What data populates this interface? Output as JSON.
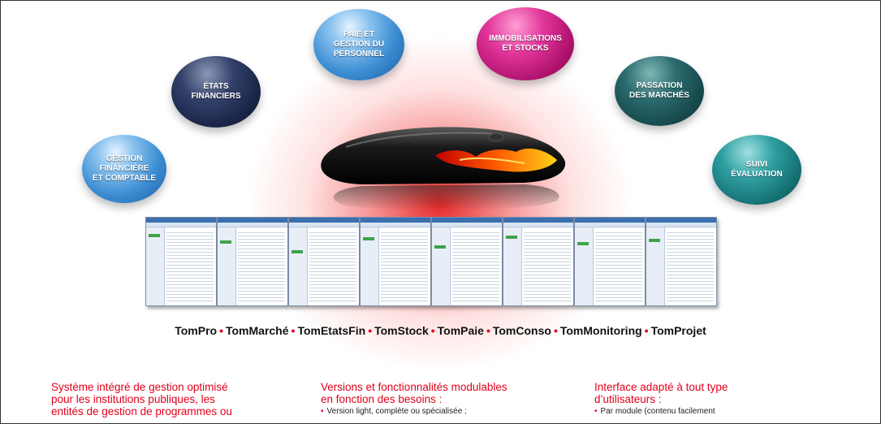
{
  "modules": [
    {
      "label": "GESTION\nFINANCIÈRE\nET COMPTABLE",
      "color": "#3c8dd3"
    },
    {
      "label": "ÉTATS\nFINANCIERS",
      "color": "#1a2547"
    },
    {
      "label": "PAIE ET\nGESTION DU\nPERSONNEL",
      "color": "#3c8dd3"
    },
    {
      "label": "IMMOBILISATIONS\nET STOCKS",
      "color": "#b0136e"
    },
    {
      "label": "PASSATION\nDES MARCHÉS",
      "color": "#174a4d"
    },
    {
      "label": "SUIVI\nÉVALUATION",
      "color": "#167174"
    }
  ],
  "products": [
    "TomPro",
    "TomMarché",
    "TomEtatsFin",
    "TomStock",
    "TomPaie",
    "TomConso",
    "TomMonitoring",
    "TomProjet"
  ],
  "columns": [
    {
      "title": "Système intégré de gestion optimisé\npour les institutions publiques, les\nentités de gestion de programmes ou",
      "item": ""
    },
    {
      "title": "Versions et fonctionnalités modulables\nen fonction des besoins :",
      "item": "Version light, complète ou spécialisée ;"
    },
    {
      "title": "Interface adapté à tout type\nd’utilisateurs :",
      "item": "Par module (contenu facilement"
    }
  ],
  "colors": {
    "accent": "#e2001a",
    "glow": "#e61e1e"
  }
}
